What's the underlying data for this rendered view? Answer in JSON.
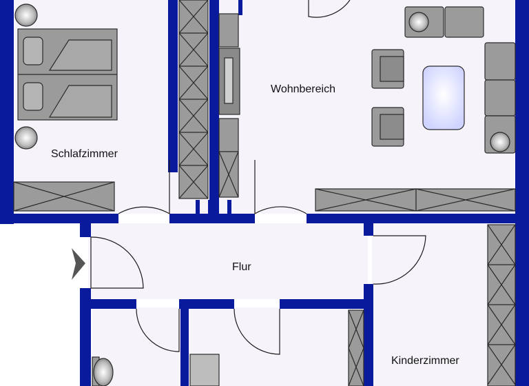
{
  "rooms": {
    "schlafzimmer": "Schlafzimmer",
    "wohnbereich": "Wohnbereich",
    "flur": "Flur",
    "kinderzimmer": "Kinderzimmer"
  },
  "colors": {
    "wall": "#0a1a9c",
    "floor": "#f6f3fa",
    "furniture": "#9b9b9b",
    "furniture_dark": "#707070",
    "furniture_stroke": "#2a2a2a",
    "table": "#dcdcff",
    "entrance_marker": "#555555",
    "background": "#ffffff"
  },
  "icons": {
    "entrance": "entrance-arrow-icon",
    "lamp": "lamp-icon",
    "sink": "sink-icon"
  }
}
